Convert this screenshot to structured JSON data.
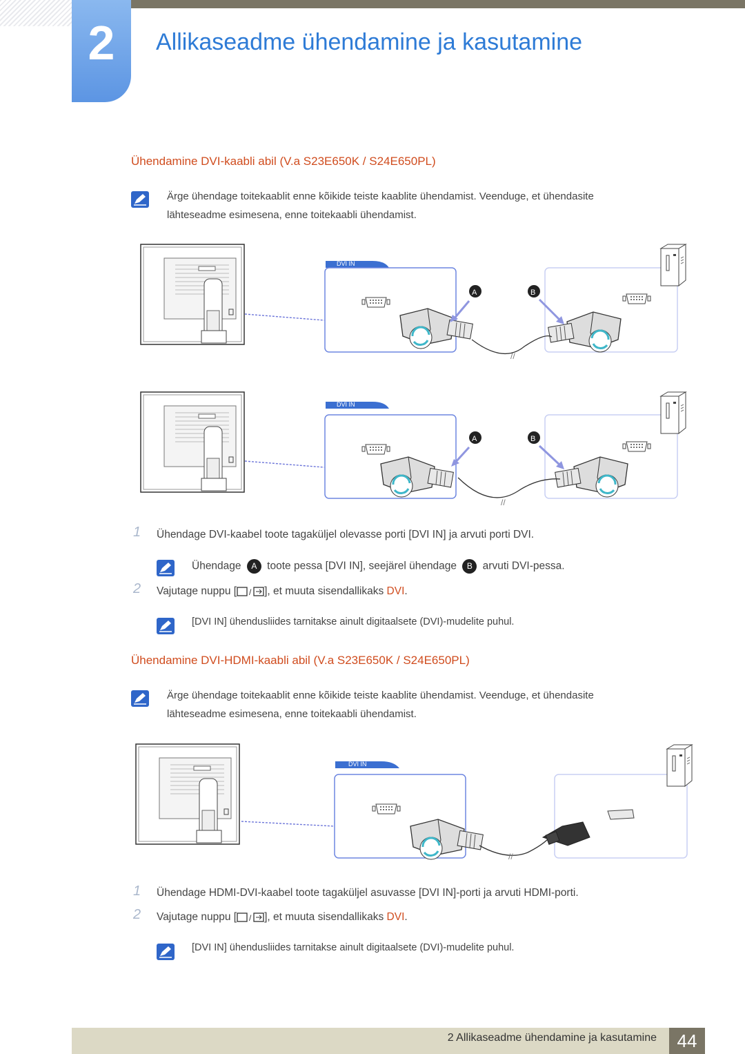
{
  "chapter": {
    "number": "2",
    "title": "Allikaseadme ühendamine ja kasutamine"
  },
  "section1": {
    "heading": "Ühendamine DVI-kaabli abil (V.a S23E650K / S24E650PL)",
    "note_line1": "Ärge ühendage toitekaablit enne kõikide teiste kaablite ühendamist. Veenduge, et ühendasite",
    "note_line2": "lähteseadme esimesena, enne toitekaabli ühendamist.",
    "port_label": "DVI IN",
    "marker_a": "A",
    "marker_b": "B",
    "step1_num": "1",
    "step1": "Ühendage DVI-kaabel toote tagaküljel olevasse porti [DVI IN] ja arvuti porti DVI.",
    "sub_pre": "Ühendage",
    "sub_mid": "toote pessa [DVI IN], seejärel ühendage",
    "sub_post": "arvuti DVI-pessa.",
    "step2_num": "2",
    "step2_pre": "Vajutage nuppu [",
    "step2_post": "], et muuta sisendallikaks",
    "step2_dvi": "DVI",
    "step2_end": ".",
    "note2": "[DVI IN] ühendusliides tarnitakse ainult digitaalsete (DVI)-mudelite puhul."
  },
  "section2": {
    "heading": "Ühendamine DVI-HDMI-kaabli abil (V.a S23E650K / S24E650PL)",
    "note_line1": "Ärge ühendage toitekaablit enne kõikide teiste kaablite ühendamist. Veenduge, et ühendasite",
    "note_line2": "lähteseadme esimesena, enne toitekaabli ühendamist.",
    "port_label": "DVI IN",
    "step1_num": "1",
    "step1": "Ühendage HDMI-DVI-kaabel toote tagaküljel asuvasse [DVI IN]-porti ja arvuti HDMI-porti.",
    "step2_num": "2",
    "step2_pre": "Vajutage nuppu [",
    "step2_post": "], et muuta sisendallikaks",
    "step2_dvi": "DVI",
    "step2_end": ".",
    "note2": "[DVI IN] ühendusliides tarnitakse ainult digitaalsete (DVI)-mudelite puhul."
  },
  "footer": {
    "text": "2 Allikaseadme ühendamine ja kasutamine",
    "page": "44"
  },
  "colors": {
    "accent": "#d04c1e",
    "title_blue": "#2e7bd6",
    "bar": "#7a7565",
    "footer_bg": "#dcd9c5"
  }
}
